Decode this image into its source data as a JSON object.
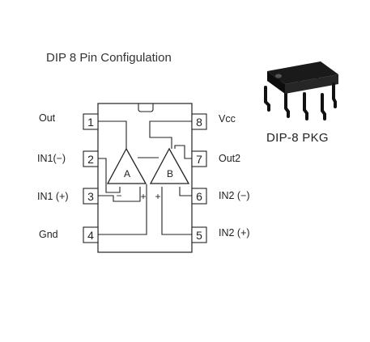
{
  "title": "DIP 8 Pin Configulation",
  "package_label": "DIP-8 PKG",
  "amplifiers": [
    "A",
    "B"
  ],
  "pins": [
    {
      "number": "1",
      "label": "Out"
    },
    {
      "number": "2",
      "label": "IN1(−)"
    },
    {
      "number": "3",
      "label": "IN1 (+)"
    },
    {
      "number": "4",
      "label": "Gnd"
    },
    {
      "number": "5",
      "label": "IN2 (+)"
    },
    {
      "number": "6",
      "label": "IN2 (−)"
    },
    {
      "number": "7",
      "label": "Out2"
    },
    {
      "number": "8",
      "label": "Vcc"
    }
  ],
  "input_signs": {
    "a_minus": "−",
    "a_plus": "+",
    "b_plus": "+",
    "b_minus": "−"
  }
}
